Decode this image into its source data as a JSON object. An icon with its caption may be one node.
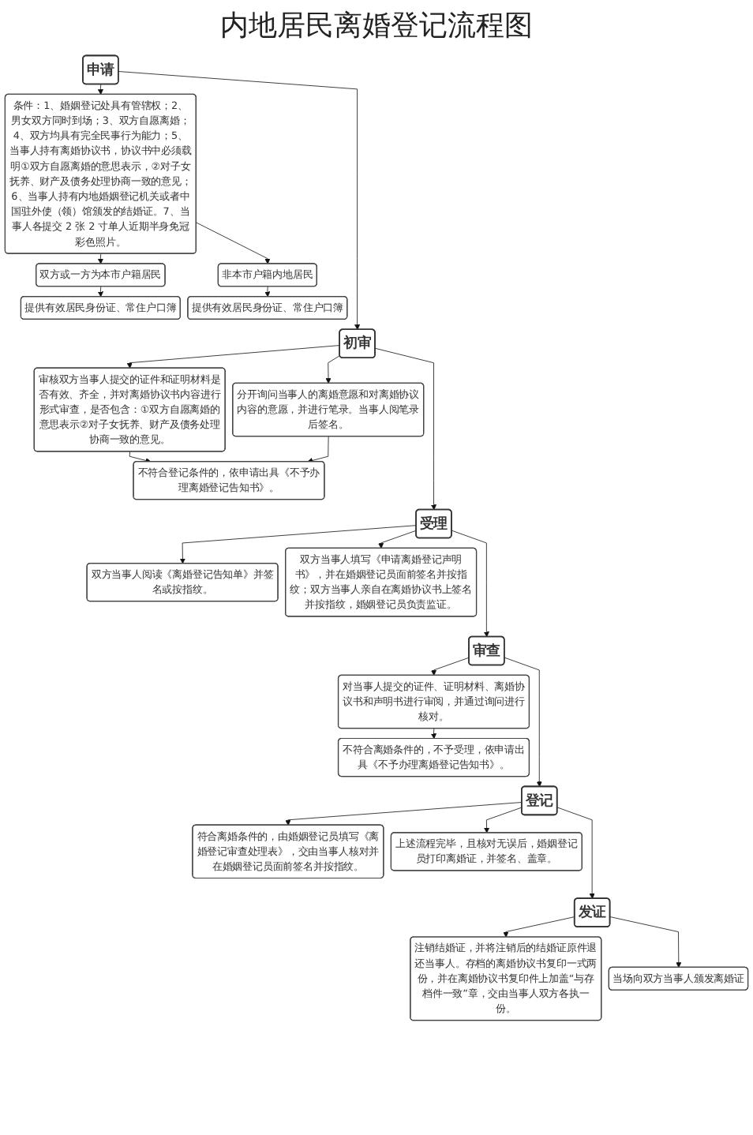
{
  "diagram": {
    "title": "内地居民离婚登记流程图",
    "nodes": [
      {
        "text": [
          "申请"
        ]
      },
      {
        "text": [
          "条件：1、婚姻登记处具有管辖权；2、男女双方同时到场；3、双方自愿离婚；4、双方均具有完全民事行为能力；5、当事人持有离婚协议书，协议书中必须载明①双方自愿离婚的意思表示，②对子女抚养、财产及债务处理协商一致的意见；6、当事人持有内地婚姻登记机关或者中国驻外使（领）馆颁发的结婚证。7、当事人各提交 2 张 2 寸单人近期半身免冠彩色照片。"
        ]
      },
      {
        "text": [
          "双方或一方为本市户籍居民"
        ]
      },
      {
        "text": [
          "提供有效居民身份证、常住户口簿"
        ]
      },
      {
        "text": [
          "非本市户籍内地居民"
        ]
      },
      {
        "text": [
          "提供有效居民身份证、常住户口簿"
        ]
      },
      {
        "text": [
          "初审"
        ]
      },
      {
        "text": [
          "审核双方当事人提交的证件和证明材料是否有效、齐全，并对离婚协议书内容进行形式审查，是否包含：①双方自愿离婚的意思表示②对子女抚养、财产及债务处理协商一致的意见。"
        ]
      },
      {
        "text": [
          "分开询问当事人的离婚意愿和对离婚协议内容的意愿，并进行笔录。当事人阅笔录后签名。"
        ]
      },
      {
        "text": [
          "不符合登记条件的，依申请出具《不予办理离婚登记告知书》。"
        ]
      },
      {
        "text": [
          "受理"
        ]
      },
      {
        "text": [
          "双方当事人阅读《离婚登记告知单》并签名或按指纹。"
        ]
      },
      {
        "text": [
          "双方当事人填写《申请离婚登记声明书》，并在婚姻登记员面前签名并按指纹；双方当事人亲自在离婚协议书上签名并按指纹，婚姻登记员负责监证。"
        ]
      },
      {
        "text": [
          "审查"
        ]
      },
      {
        "text": [
          "对当事人提交的证件、证明材料、离婚协议书和声明书进行审阅，并通过询问进行核对。"
        ]
      },
      {
        "text": [
          "不符合离婚条件的，不予受理，依申请出具《不予办理离婚登记告知书》。"
        ]
      },
      {
        "text": [
          "登记"
        ]
      },
      {
        "text": [
          "符合离婚条件的，由婚姻登记员填写《离婚登记审查处理表》，交由当事人核对并在婚姻登记员面前签名并按指纹。"
        ]
      },
      {
        "text": [
          "上述流程完毕，且核对无误后，婚姻登记员打印离婚证，并签名、盖章。"
        ]
      },
      {
        "text": [
          "发证"
        ]
      },
      {
        "text": [
          "注销结婚证，并将注销后的结婚证原件退还当事人。存档的离婚协议书复印一式两份，并在离婚协议书复印件上加盖“与存档件一致”章，交由当事人双方各执一份。"
        ]
      },
      {
        "text": [
          "当场向双方当事人颁发离婚证"
        ]
      }
    ],
    "edges": [
      {
        "from": 0,
        "to": 1,
        "arrow": "to"
      },
      {
        "from": 1,
        "to": 2,
        "arrow": "to"
      },
      {
        "from": 1,
        "to": 4,
        "arrow": "to"
      },
      {
        "from": 2,
        "to": 3,
        "arrow": "to"
      },
      {
        "from": 4,
        "to": 5,
        "arrow": "to"
      },
      {
        "from": 0,
        "to": 6,
        "arrow": "to"
      },
      {
        "from": 6,
        "to": 7,
        "arrow": "to"
      },
      {
        "from": 6,
        "to": 8,
        "arrow": "to"
      },
      {
        "from": 7,
        "to": 9,
        "arrow": "to"
      },
      {
        "from": 8,
        "to": 9,
        "arrow": "to"
      },
      {
        "from": 6,
        "to": 10,
        "arrow": "to"
      },
      {
        "from": 10,
        "to": 11,
        "arrow": "to"
      },
      {
        "from": 10,
        "to": 12,
        "arrow": "to"
      },
      {
        "from": 10,
        "to": 13,
        "arrow": "to"
      },
      {
        "from": 13,
        "to": 14,
        "arrow": "to"
      },
      {
        "from": 14,
        "to": 15,
        "arrow": "to"
      },
      {
        "from": 13,
        "to": 16,
        "arrow": "to"
      },
      {
        "from": 16,
        "to": 17,
        "arrow": "to"
      },
      {
        "from": 16,
        "to": 18,
        "arrow": "to"
      },
      {
        "from": 16,
        "to": 19,
        "arrow": "to"
      },
      {
        "from": 19,
        "to": 20,
        "arrow": "to"
      },
      {
        "from": 19,
        "to": 21,
        "arrow": "to"
      }
    ]
  }
}
